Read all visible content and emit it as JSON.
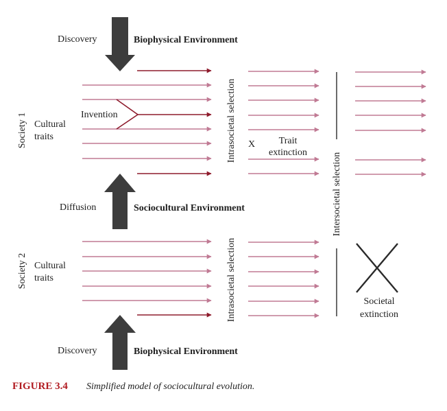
{
  "figure": {
    "caption_number": "FIGURE 3.4",
    "caption_text": "Simplified model of sociocultural evolution."
  },
  "labels": {
    "discovery_top": "Discovery",
    "env_top": "Biophysical Environment",
    "society1": "Society 1",
    "cultural_traits_1_line1": "Cultural",
    "cultural_traits_1_line2": "traits",
    "invention": "Invention",
    "intrasocietal_1": "Intrasocietal selection",
    "trait_x": "X",
    "trait_extinction_line1": "Trait",
    "trait_extinction_line2": "extinction",
    "intersocietal": "Intersocietal selection",
    "diffusion": "Diffusion",
    "env_middle": "Sociocultural Environment",
    "society2": "Society 2",
    "cultural_traits_2_line1": "Cultural",
    "cultural_traits_2_line2": "traits",
    "intrasocietal_2": "Intrasocietal selection",
    "societal_extinction_line1": "Societal",
    "societal_extinction_line2": "extinction",
    "discovery_bottom": "Discovery",
    "env_bottom": "Biophysical Environment"
  },
  "colors": {
    "trait_arrow": "#c07a94",
    "new_trait_arrow": "#8e1b2c",
    "environment_arrow": "#3d3d3d",
    "caption_red": "#b11c22",
    "text": "#1e1e1e"
  }
}
